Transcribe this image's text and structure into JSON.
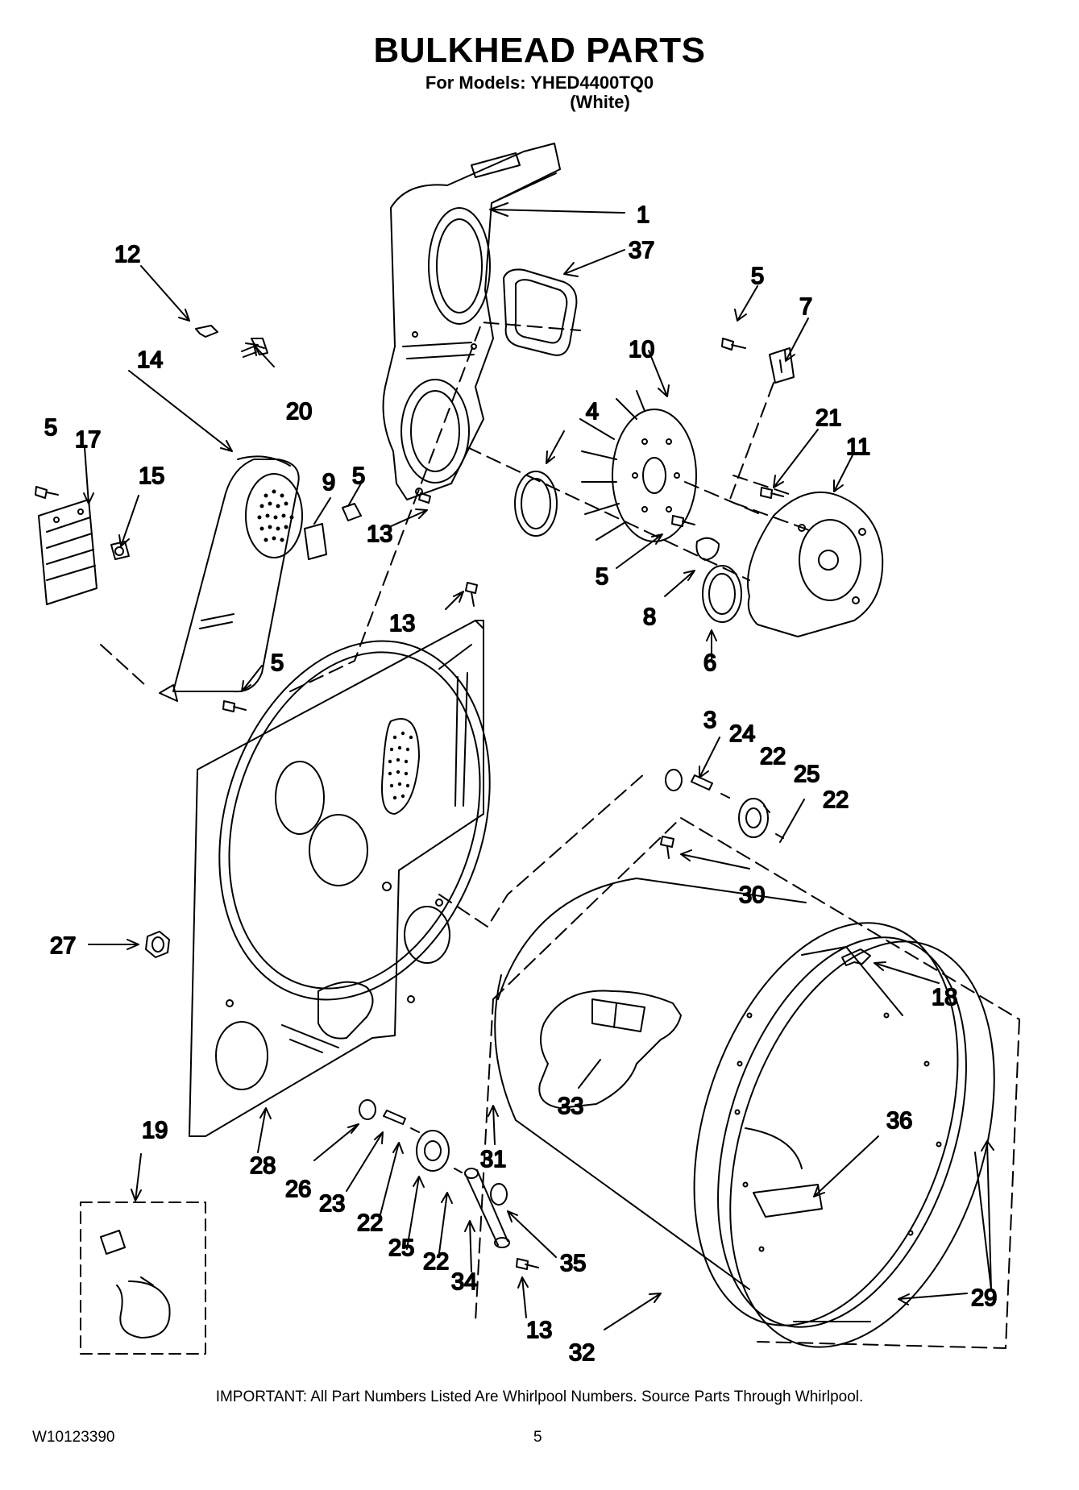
{
  "header": {
    "title": "BULKHEAD PARTS",
    "models_line": "For Models: YHED4400TQ0",
    "color_line": "(White)"
  },
  "callouts": [
    "1",
    "37",
    "12",
    "5",
    "7",
    "10",
    "14",
    "20",
    "4",
    "21",
    "11",
    "5",
    "17",
    "15",
    "9",
    "5",
    "13",
    "5",
    "8",
    "6",
    "13",
    "5",
    "3",
    "24",
    "22",
    "25",
    "22",
    "30",
    "27",
    "18",
    "33",
    "28",
    "31",
    "36",
    "19",
    "26",
    "23",
    "22",
    "25",
    "22",
    "35",
    "34",
    "29",
    "13",
    "32"
  ],
  "footer": {
    "note": "IMPORTANT: All Part Numbers Listed Are Whirlpool Numbers. Source Parts Through Whirlpool.",
    "doc_number": "W10123390",
    "page_number": "5"
  }
}
